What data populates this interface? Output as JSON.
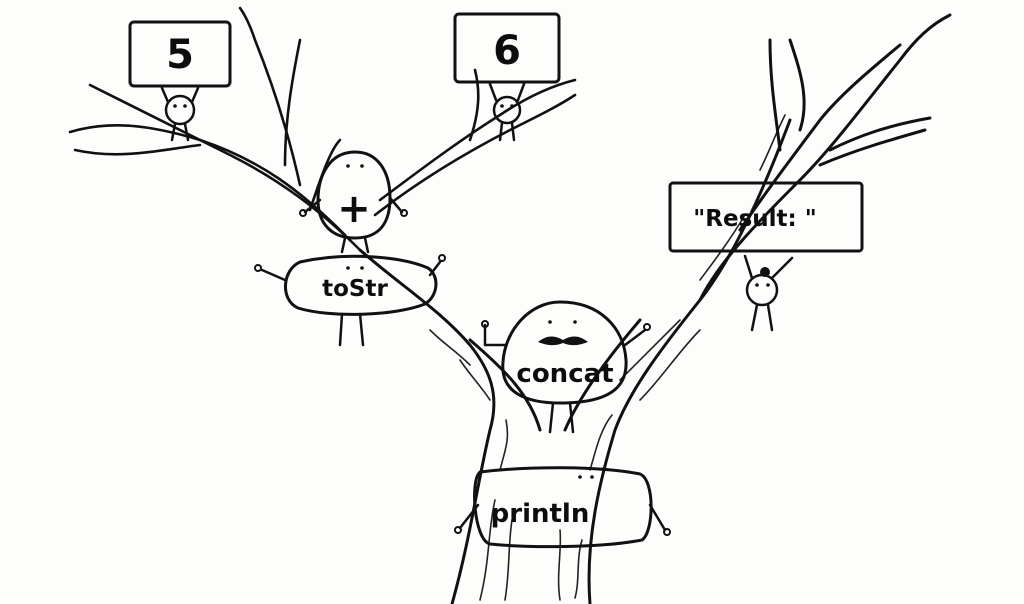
{
  "nodes": {
    "literal_left": {
      "text": "5"
    },
    "literal_right": {
      "text": "6"
    },
    "plus": {
      "text": "+"
    },
    "tostr": {
      "text": "toStr"
    },
    "result_string": {
      "text": "\"Result: \""
    },
    "concat": {
      "text": "concat"
    },
    "println": {
      "text": "println"
    }
  },
  "colors": {
    "ink": "#111111",
    "paper": "#fdfdfb"
  }
}
